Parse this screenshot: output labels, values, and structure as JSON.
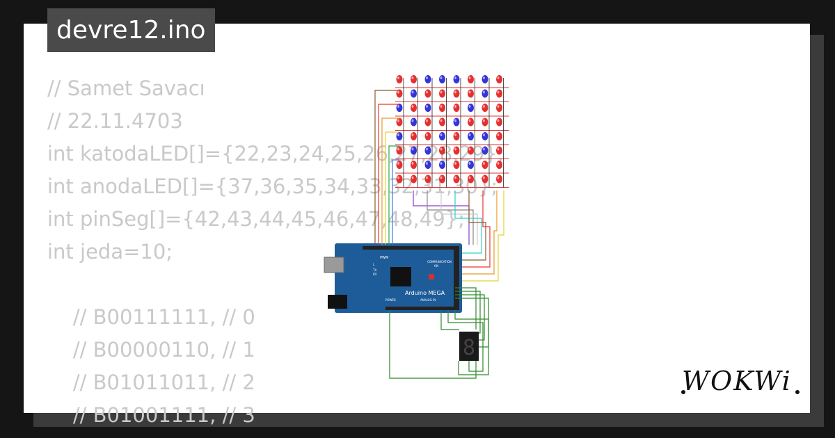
{
  "project": {
    "filename": "devre12.ino"
  },
  "code_lines": [
    "// Samet Savacı",
    "// 22.11.4703",
    "int katodaLED[]={22,23,24,25,26,27,28,29};",
    "int anodaLED[]={37,36,35,34,33,32,31,30};",
    "int pinSeg[]={42,43,44,45,46,47,48,49};",
    "int jeda=10;",
    "",
    "    // B00111111, // 0",
    "    // B00000110, // 1",
    "    // B01011011, // 2",
    "    // B01001111, // 3"
  ],
  "board": {
    "label": "Arduino MEGA",
    "header_pwm": "PWM",
    "header_comm": "COMMUNICATION",
    "header_power": "POWER",
    "header_analog": "ANALOG IN",
    "led_l": "L",
    "led_tx": "TX",
    "led_rx": "RX",
    "led_on": "ON",
    "color": "#1e5c99"
  },
  "led_matrix": {
    "rows": 8,
    "cols": 8,
    "colors": {
      "red": "#e53030",
      "blue": "#3434d8"
    },
    "pattern": [
      [
        "red",
        "red",
        "blue",
        "blue",
        "blue",
        "red",
        "blue",
        "red"
      ],
      [
        "red",
        "blue",
        "red",
        "red",
        "red",
        "red",
        "blue",
        "red"
      ],
      [
        "blue",
        "red",
        "blue",
        "red",
        "red",
        "blue",
        "red",
        "red"
      ],
      [
        "red",
        "blue",
        "red",
        "red",
        "blue",
        "red",
        "red",
        "red"
      ],
      [
        "blue",
        "red",
        "red",
        "blue",
        "red",
        "blue",
        "blue",
        "red"
      ],
      [
        "red",
        "blue",
        "blue",
        "red",
        "red",
        "red",
        "blue",
        "red"
      ],
      [
        "red",
        "red",
        "blue",
        "blue",
        "red",
        "blue",
        "red",
        "red"
      ],
      [
        "red",
        "red",
        "red",
        "red",
        "red",
        "red",
        "red",
        "red"
      ]
    ]
  },
  "seven_segment": {
    "digit": "8"
  },
  "brand": {
    "logo_text": "WOKWi"
  }
}
